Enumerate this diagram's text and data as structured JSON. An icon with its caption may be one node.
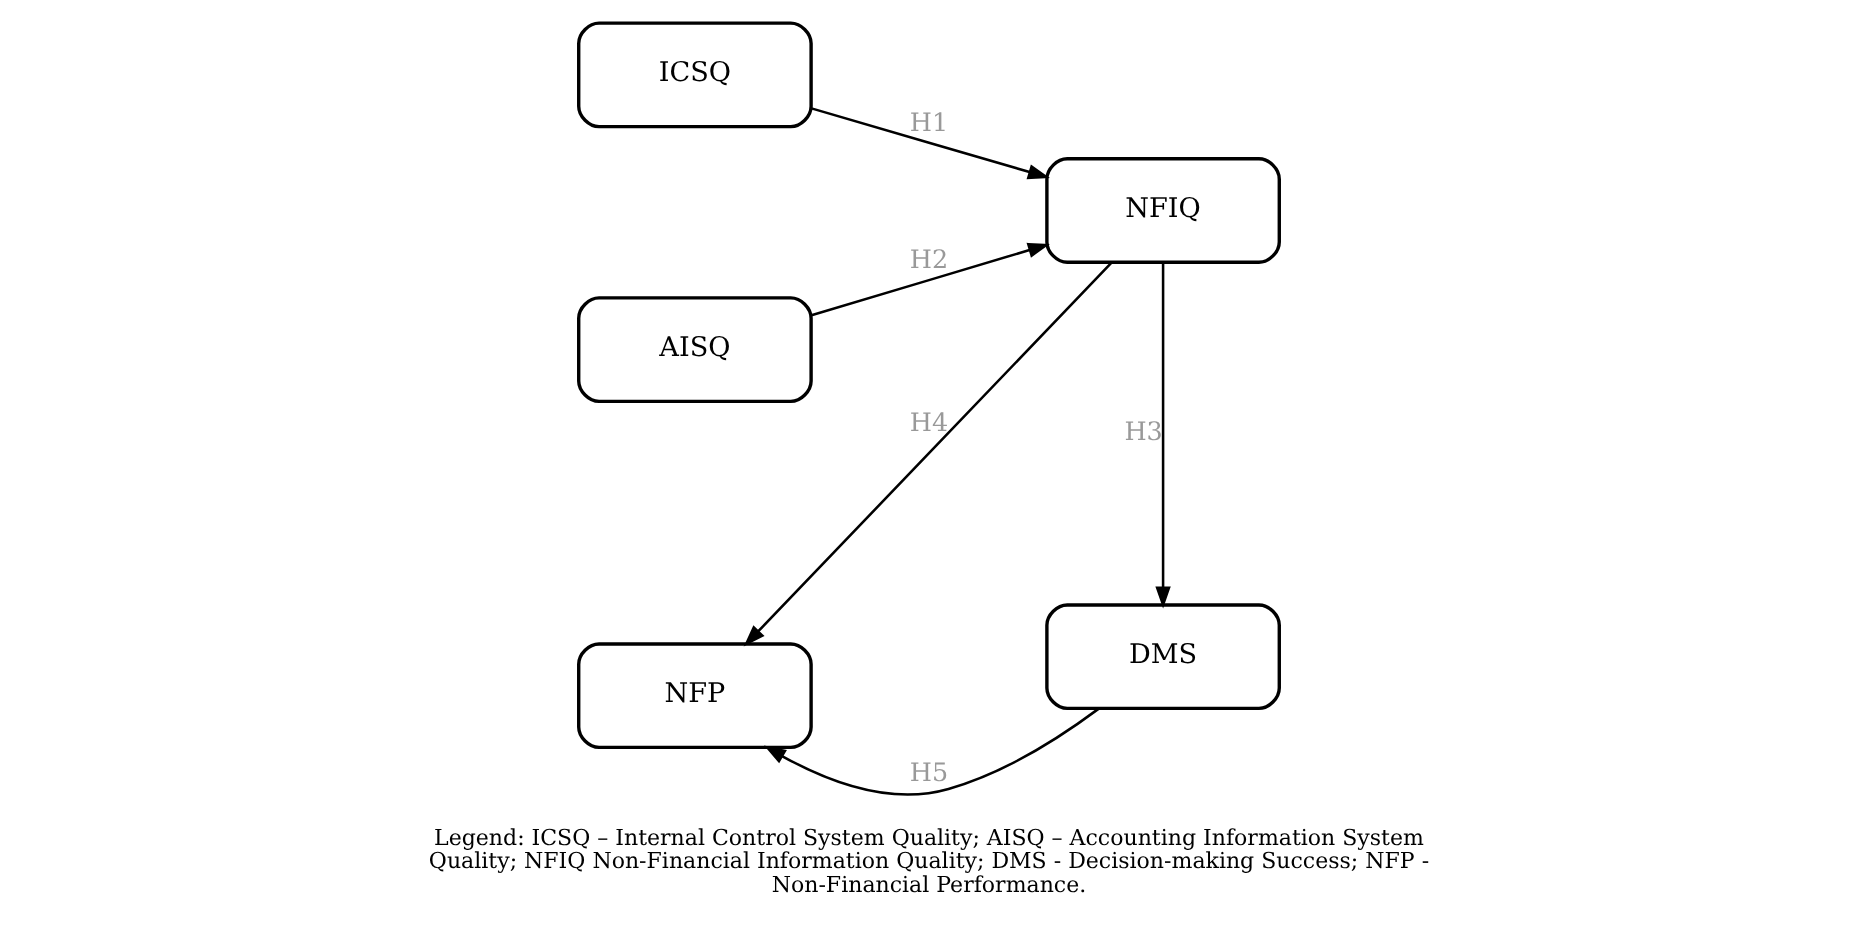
{
  "diagram": {
    "caption": "Legend: ICSQ – Internal Control System Quality; AISQ – Accounting Information System Quality; NFIQ Non-Financial Information Quality; DMS - Decision-making Success; NFP - Non-Financial Performance.",
    "nodes": [
      {
        "text": [
          "ICSQ"
        ]
      },
      {
        "text": [
          "AISQ"
        ]
      },
      {
        "text": [
          "NFIQ"
        ]
      },
      {
        "text": [
          "DMS"
        ]
      },
      {
        "text": [
          "NFP"
        ]
      }
    ],
    "edges": [
      {
        "from": 0,
        "to": 2,
        "arrow": "to",
        "label": "H1"
      },
      {
        "from": 1,
        "to": 2,
        "arrow": "to",
        "label": "H2"
      },
      {
        "from": 2,
        "to": 3,
        "arrow": "to",
        "label": "H3"
      },
      {
        "from": 2,
        "to": 4,
        "arrow": "to",
        "label": "H4"
      },
      {
        "from": 3,
        "to": 4,
        "arrow": "to",
        "label": "H5"
      }
    ]
  }
}
